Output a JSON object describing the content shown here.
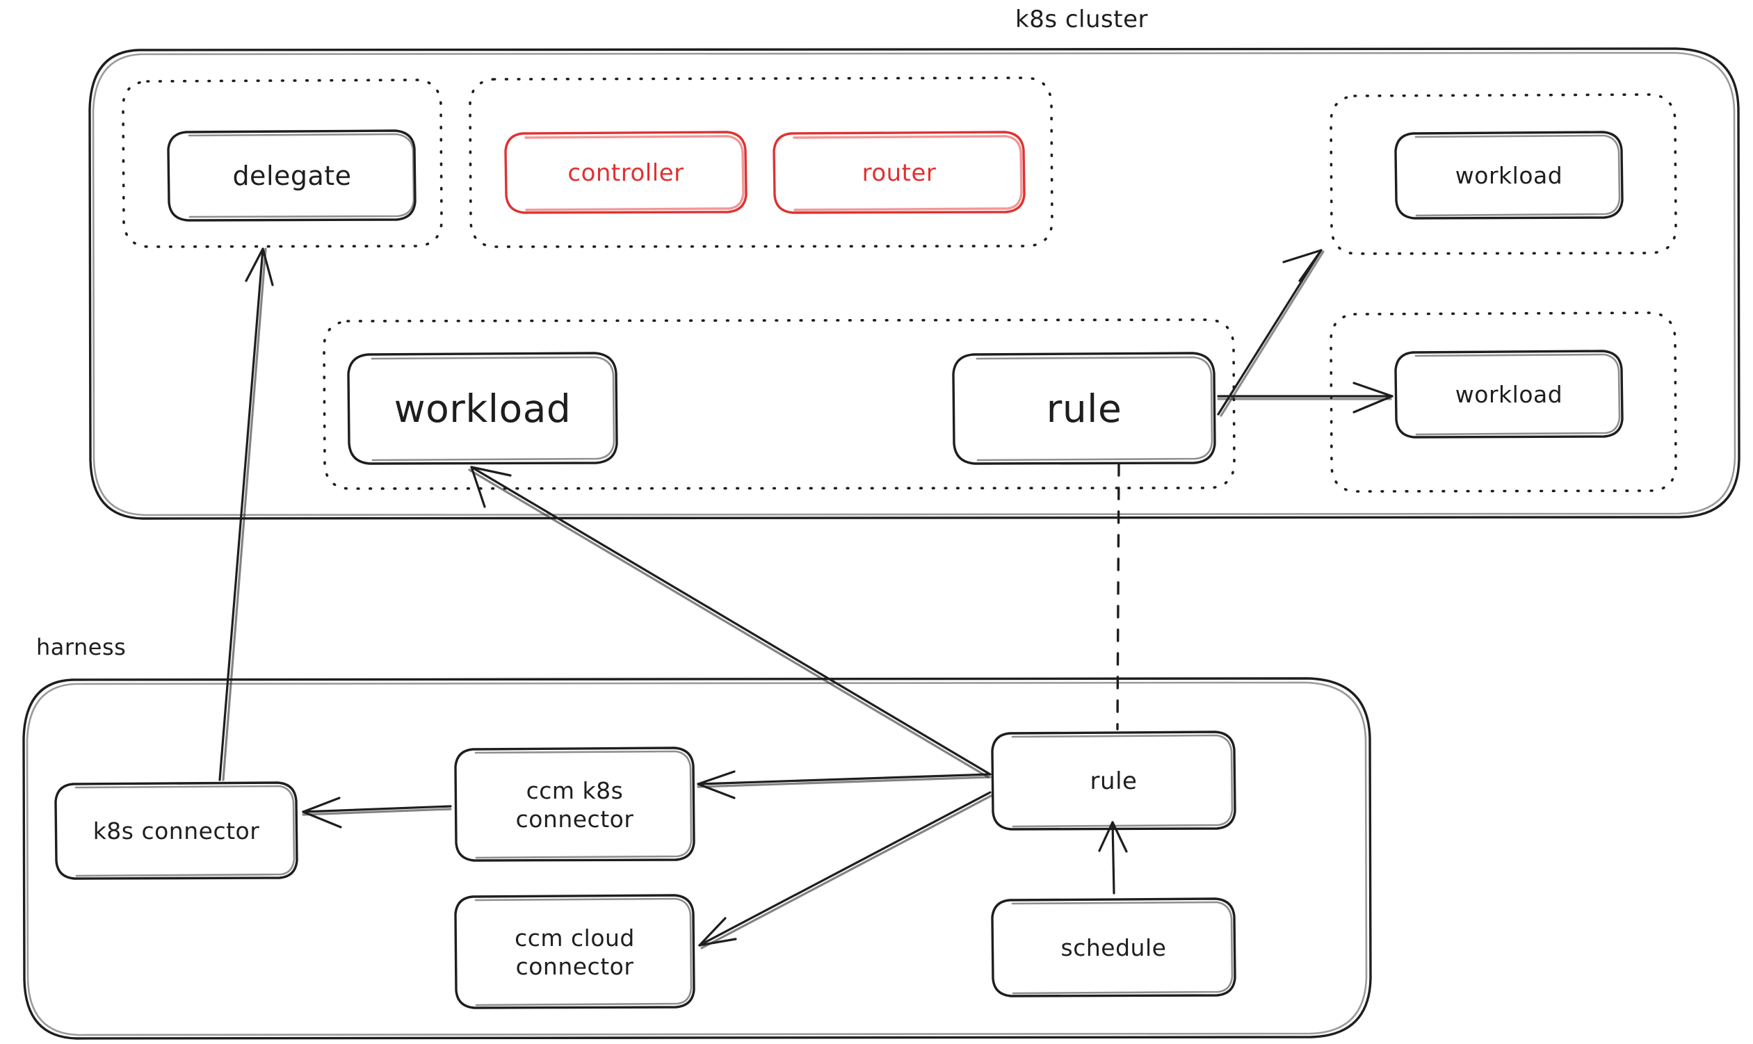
{
  "diagram": {
    "title": "k8s cluster and harness architecture",
    "style": "hand-drawn",
    "colors": {
      "stroke": "#1e1e1e",
      "accent_red": "#e03131",
      "background": "#ffffff"
    }
  },
  "groups": [
    {
      "key": "k8s_cluster",
      "label": "k8s cluster",
      "border": "solid"
    },
    {
      "key": "harness",
      "label": "harness",
      "border": "solid"
    },
    {
      "key": "delegate_ns",
      "label": "",
      "border": "dotted"
    },
    {
      "key": "controller_ns",
      "label": "",
      "border": "dotted"
    },
    {
      "key": "workload_rule_ns",
      "label": "",
      "border": "dotted"
    },
    {
      "key": "workload_ns_top",
      "label": "",
      "border": "dotted"
    },
    {
      "key": "workload_ns_bottom",
      "label": "",
      "border": "dotted"
    }
  ],
  "nodes": {
    "delegate": {
      "label": "delegate",
      "color": "#1e1e1e",
      "group": "delegate_ns"
    },
    "controller": {
      "label": "controller",
      "color": "#e03131",
      "group": "controller_ns"
    },
    "router": {
      "label": "router",
      "color": "#e03131",
      "group": "controller_ns"
    },
    "workload_top_right": {
      "label": "workload",
      "color": "#1e1e1e",
      "group": "workload_ns_top"
    },
    "workload_bottom_right": {
      "label": "workload",
      "color": "#1e1e1e",
      "group": "workload_ns_bottom"
    },
    "workload_main": {
      "label": "workload",
      "color": "#1e1e1e",
      "group": "workload_rule_ns"
    },
    "rule_cluster": {
      "label": "rule",
      "color": "#1e1e1e",
      "group": "workload_rule_ns"
    },
    "k8s_connector": {
      "label": "k8s connector",
      "color": "#1e1e1e",
      "group": "harness"
    },
    "ccm_k8s_connector": {
      "label": "ccm k8s\nconnector",
      "color": "#1e1e1e",
      "group": "harness"
    },
    "ccm_cloud_connector": {
      "label": "ccm cloud\nconnector",
      "color": "#1e1e1e",
      "group": "harness"
    },
    "rule_harness": {
      "label": "rule",
      "color": "#1e1e1e",
      "group": "harness"
    },
    "schedule": {
      "label": "schedule",
      "color": "#1e1e1e",
      "group": "harness"
    }
  },
  "edges": [
    {
      "from": "k8s_connector",
      "to": "delegate",
      "style": "solid",
      "arrow": "end"
    },
    {
      "from": "rule_cluster",
      "to": "workload_top_right",
      "style": "solid",
      "arrow": "end"
    },
    {
      "from": "rule_cluster",
      "to": "workload_bottom_right",
      "style": "solid",
      "arrow": "end"
    },
    {
      "from": "rule_harness",
      "to": "workload_main",
      "style": "solid",
      "arrow": "end"
    },
    {
      "from": "rule_harness",
      "to": "ccm_k8s_connector",
      "style": "solid",
      "arrow": "end"
    },
    {
      "from": "rule_harness",
      "to": "ccm_cloud_connector",
      "style": "solid",
      "arrow": "end"
    },
    {
      "from": "ccm_k8s_connector",
      "to": "k8s_connector",
      "style": "solid",
      "arrow": "end"
    },
    {
      "from": "schedule",
      "to": "rule_harness",
      "style": "solid",
      "arrow": "end"
    },
    {
      "from": "rule_cluster",
      "to": "rule_harness",
      "style": "dashed",
      "arrow": "none"
    }
  ]
}
